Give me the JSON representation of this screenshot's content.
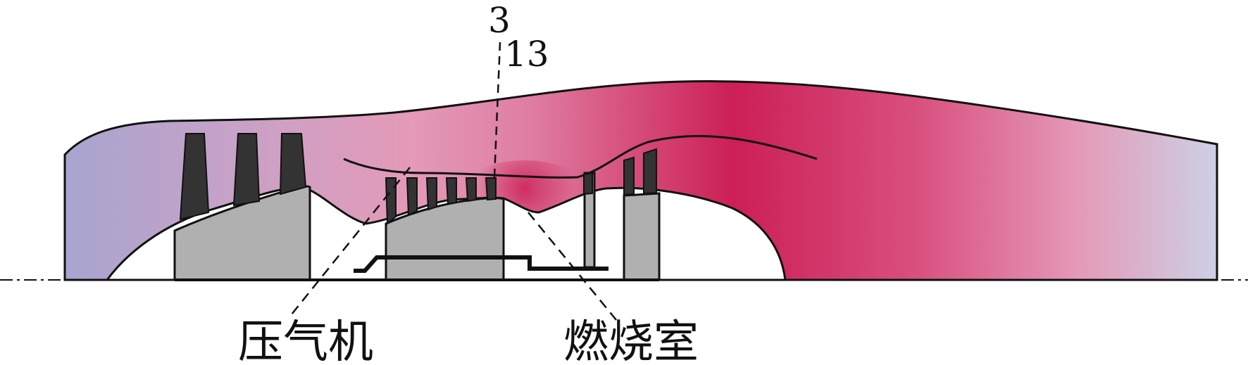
{
  "station_labels": {
    "s3": "3",
    "s13": "13"
  },
  "component_labels": {
    "compressor": "压气机",
    "combustor": "燃烧室"
  },
  "colors": {
    "inlet_blue": "#a7a5cf",
    "pink": "#e49ab8",
    "crimson": "#cc1f55",
    "exit_lavender": "#cdd0e6",
    "metal_gray": "#b0b0b0",
    "blade_dark": "#333333",
    "outline": "#111111"
  }
}
